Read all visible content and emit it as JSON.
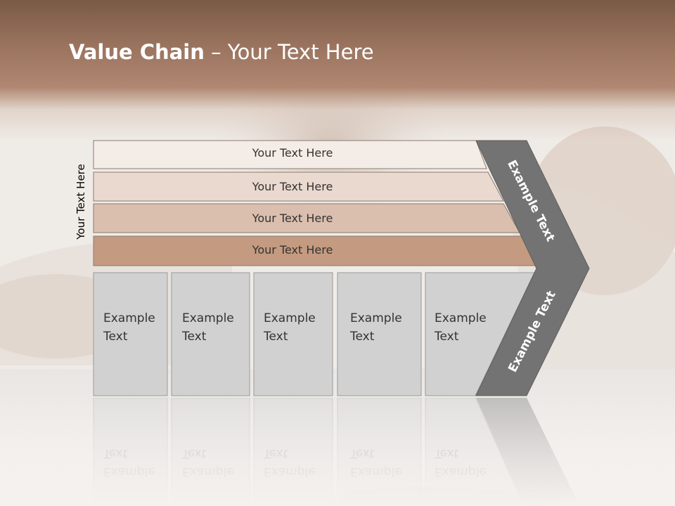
{
  "slide": {
    "title_bold": "Value Chain",
    "title_rest": " – Your Text Here",
    "side_label": "Your Text Here",
    "bands": [
      {
        "label": "Your Text Here",
        "color": "#f4ece7"
      },
      {
        "label": "Your Text Here",
        "color": "#ead9cf"
      },
      {
        "label": "Your Text Here",
        "color": "#dbbfae"
      },
      {
        "label": "Your Text Here",
        "color": "#c49a80"
      }
    ],
    "columns": [
      {
        "label": "Example\nText"
      },
      {
        "label": "Example\nText"
      },
      {
        "label": "Example\nText"
      },
      {
        "label": "Example\nText"
      },
      {
        "label": "Example\nText"
      }
    ],
    "chevron_upper_label": "Example Text",
    "chevron_lower_label": "Example Text",
    "colors": {
      "header": "#9c7560",
      "column_fill": "#d1d1d1",
      "chevron_fill": "#737373",
      "band_border": "#8a7a70"
    }
  }
}
